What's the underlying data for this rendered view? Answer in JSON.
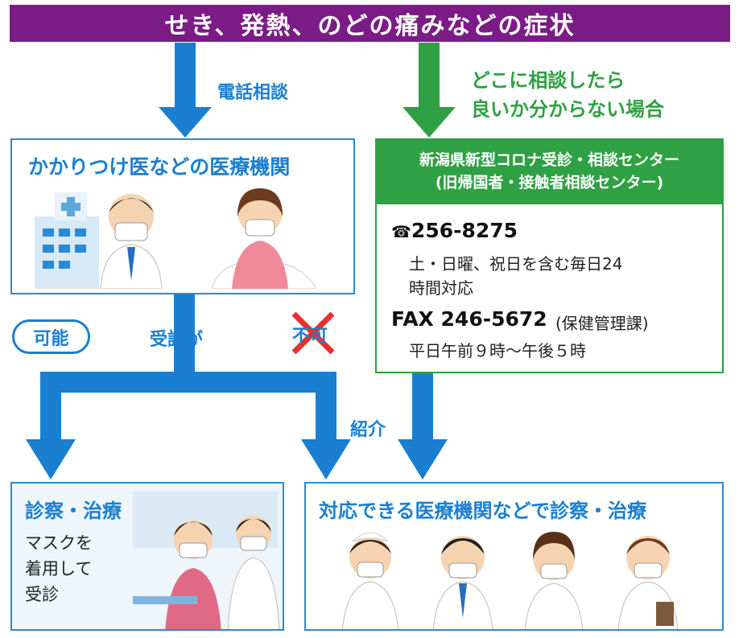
{
  "title": "せき、発熱、のどの痛みなどの症状",
  "left_arrow_label": "電話相談",
  "right_arrow_label_line1": "どこに相談したら",
  "right_arrow_label_line2": "良いか分からない場合",
  "clinic_box": {
    "title": "かかりつけ医などの医療機関"
  },
  "center_box": {
    "header_line1": "新潟県新型コロナ受診・相談センター",
    "header_line2": "(旧帰国者・接触者相談センター)",
    "phone_icon": "telephone-icon",
    "phone": "256-8275",
    "phone_hours_line1": "土・日曜、祝日を含む毎日24",
    "phone_hours_line2": "時間対応",
    "fax": "FAX 246-5672",
    "fax_dept": "(保健管理課)",
    "fax_hours": "平日午前９時〜午後５時"
  },
  "possible_label": "可能",
  "consult_label": "受診が",
  "impossible_label": "不可",
  "referral_label": "紹介",
  "bottom_left": {
    "title": "診察・治療",
    "note_line1": "マスクを",
    "note_line2": "着用して",
    "note_line3": "受診"
  },
  "bottom_right": {
    "title": "対応できる医療機関などで診察・治療"
  },
  "colors": {
    "purple": "#7b1c86",
    "blue": "#1a7fd0",
    "green": "#2fa043",
    "red": "#e5312d"
  }
}
